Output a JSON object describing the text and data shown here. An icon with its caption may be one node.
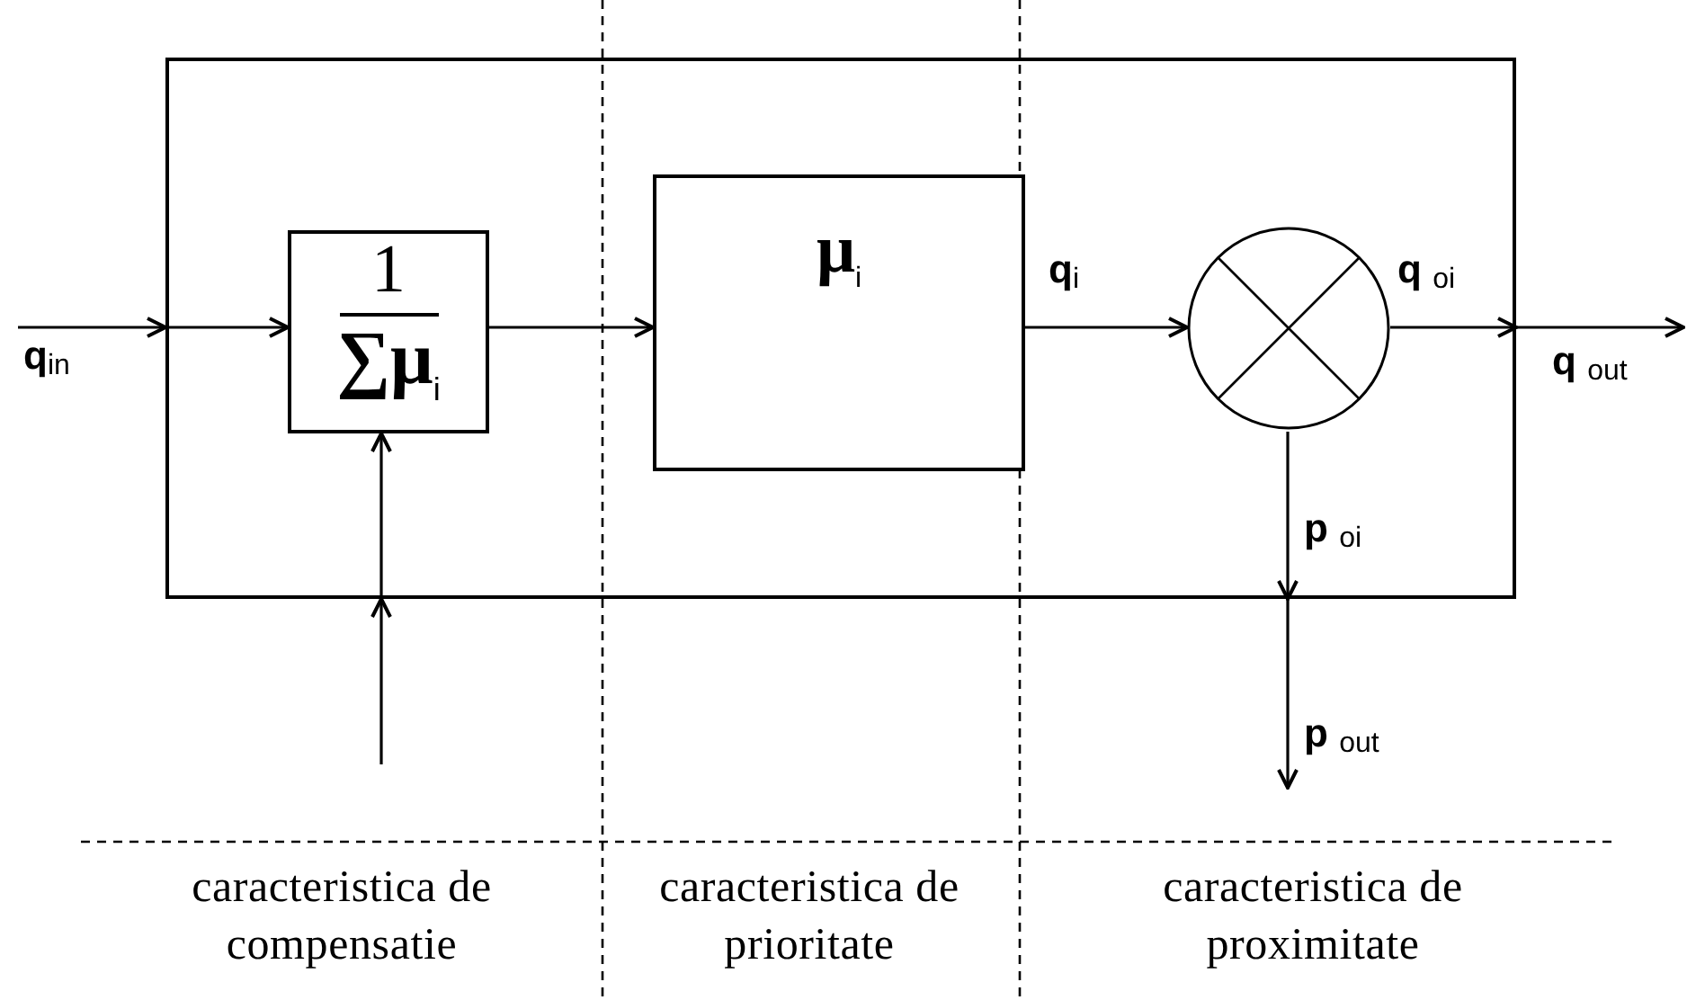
{
  "diagram": {
    "nodes": [
      {
        "text": [],
        "shape": "box"
      },
      {
        "text": [
          "1",
          "∑μ$_{i}$"
        ],
        "in": 0
      },
      {
        "text": [
          "μ$_{i}$"
        ],
        "in": 0
      },
      {
        "text": [],
        "shape": "circle",
        "in": 0
      }
    ],
    "edges": [
      {
        "from": null,
        "to": 0,
        "arrow": "to",
        "label": "**q**$_{in}$"
      },
      {
        "from": 0,
        "to": 1,
        "arrow": "to"
      },
      {
        "from": 1,
        "to": 2,
        "arrow": "to"
      },
      {
        "from": 2,
        "to": 3,
        "arrow": "to",
        "label": "**q**$_{i}$"
      },
      {
        "from": 3,
        "to": 0,
        "arrow": "to",
        "label": "**q** $_{oi}$"
      },
      {
        "from": 0,
        "to": null,
        "arrow": "to",
        "label": "**q** $_{out}$"
      },
      {
        "from": 3,
        "to": 0,
        "arrow": "to",
        "label": "**p** $_{oi}$"
      },
      {
        "from": 0,
        "to": null,
        "arrow": "to",
        "label": "**p** $_{out}$"
      },
      {
        "from": null,
        "to": 0,
        "arrow": "to"
      },
      {
        "from": 0,
        "to": 1,
        "arrow": "to"
      }
    ],
    "labels": [
      "caracteristica de compensatie",
      "caracteristica de prioritate",
      "caracteristica de proximitate"
    ]
  }
}
